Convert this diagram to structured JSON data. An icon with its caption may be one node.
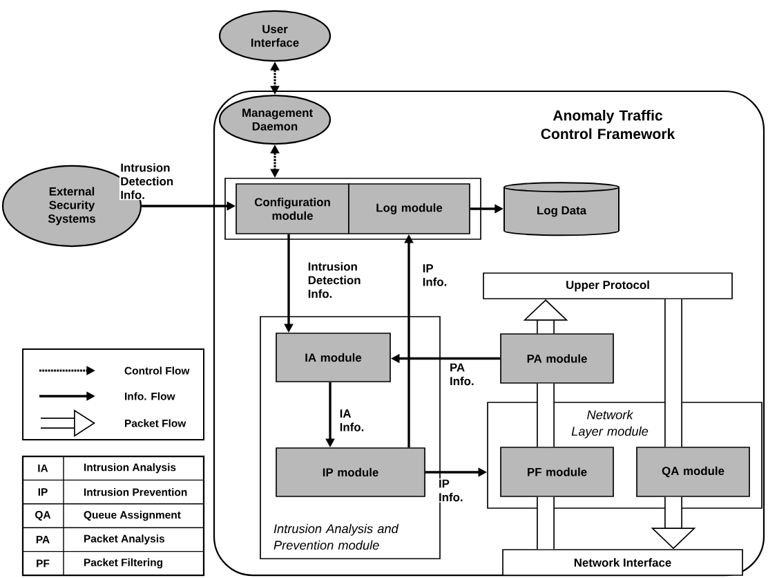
{
  "diagram": {
    "nodes": [
      {
        "text": [
          "User Interface"
        ]
      },
      {
        "text": [
          "Anomaly Traffic Control Framework"
        ]
      },
      {
        "text": [
          "Management Daemon"
        ],
        "in": 1
      },
      {
        "text": [
          "External Security Systems"
        ]
      },
      {
        "text": [],
        "shape": "box",
        "in": 1
      },
      {
        "text": [
          "Configuration module"
        ],
        "in": 4
      },
      {
        "text": [
          "Log module"
        ],
        "in": 4
      },
      {
        "text": [
          "Log Data"
        ],
        "in": 1
      },
      {
        "text": [
          "Intrusion Analysis and Prevention module"
        ],
        "in": 1
      },
      {
        "text": [
          "IA module"
        ],
        "in": 8
      },
      {
        "text": [
          "IP module"
        ],
        "in": 8
      },
      {
        "text": [
          "Upper Protocol"
        ],
        "in": 1
      },
      {
        "text": [
          "PA module"
        ],
        "in": 1
      },
      {
        "text": [
          "Network Layer module"
        ],
        "in": 1
      },
      {
        "text": [
          "PF module"
        ],
        "in": 13
      },
      {
        "text": [
          "QA module"
        ],
        "in": 13
      },
      {
        "text": [
          "Network Interface"
        ],
        "in": 1
      }
    ],
    "edges": [
      {
        "from": 0,
        "to": 2,
        "arrow": "both",
        "style": "dashed"
      },
      {
        "from": 2,
        "to": 4,
        "arrow": "both",
        "style": "dashed"
      },
      {
        "from": 3,
        "to": 5,
        "arrow": "to",
        "label": "Intrusion Detection Info."
      },
      {
        "from": 6,
        "to": 7,
        "arrow": "to"
      },
      {
        "from": 5,
        "to": 9,
        "arrow": "to",
        "label": "Intrusion Detection Info."
      },
      {
        "from": 10,
        "to": 6,
        "arrow": "to",
        "label": "IP Info."
      },
      {
        "from": 12,
        "to": 9,
        "arrow": "to",
        "label": "PA Info."
      },
      {
        "from": 9,
        "to": 10,
        "arrow": "to",
        "label": "IA Info."
      },
      {
        "from": 10,
        "to": 13,
        "arrow": "to",
        "label": "IP Info."
      },
      {
        "from": 16,
        "to": 14,
        "arrow": "none",
        "style": "thick"
      },
      {
        "from": 14,
        "to": 12,
        "arrow": "none",
        "style": "thick"
      },
      {
        "from": 12,
        "to": 11,
        "arrow": "to",
        "style": "thick"
      },
      {
        "from": 11,
        "to": 15,
        "arrow": "none",
        "style": "thick"
      },
      {
        "from": 15,
        "to": 16,
        "arrow": "to",
        "style": "thick"
      }
    ],
    "labels": [
      "IA",
      "Intrusion Analysis",
      "IP",
      "Intrusion Prevention",
      "QA",
      "Queue Assignment",
      "PA",
      "Packet Analysis",
      "PF",
      "Packet Filtering"
    ],
    "legend": [
      {
        "text": "Control Flow"
      },
      {
        "text": "Info. Flow"
      },
      {
        "text": "Packet Flow"
      }
    ]
  }
}
